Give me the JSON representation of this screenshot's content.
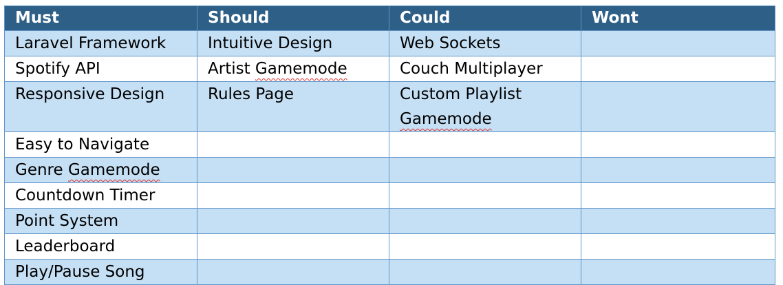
{
  "table": {
    "headers": [
      "Must",
      "Should",
      "Could",
      "Wont"
    ],
    "rows": [
      [
        "Laravel Framework",
        "Intuitive Design",
        "Web Sockets",
        ""
      ],
      [
        "Spotify API",
        "Artist Gamemode",
        "Couch Multiplayer",
        ""
      ],
      [
        "Responsive Design",
        "Rules Page",
        "Custom Playlist Gamemode",
        ""
      ],
      [
        "Easy to Navigate",
        "",
        "",
        ""
      ],
      [
        "Genre Gamemode",
        "",
        "",
        ""
      ],
      [
        "Countdown Timer",
        "",
        "",
        ""
      ],
      [
        "Point System",
        "",
        "",
        ""
      ],
      [
        "Leaderboard",
        "",
        "",
        ""
      ],
      [
        "Play/Pause Song",
        "",
        "",
        ""
      ]
    ]
  },
  "spellcheck_flags": {
    "row1_should_prefix": "Artist ",
    "row1_should_word": "Gamemode",
    "row2_could_first_line": "Custom Playlist",
    "row2_could_word": "Gamemode",
    "row4_must_prefix": "Genre ",
    "row4_must_word": "Gamemode"
  },
  "colors": {
    "header_background": "#2e5f86",
    "header_text": "#ffffff",
    "band_row": "#c5dff4",
    "plain_row": "#ffffff",
    "border": "#5f95c8",
    "spellcheck_underline": "#e0312c"
  }
}
